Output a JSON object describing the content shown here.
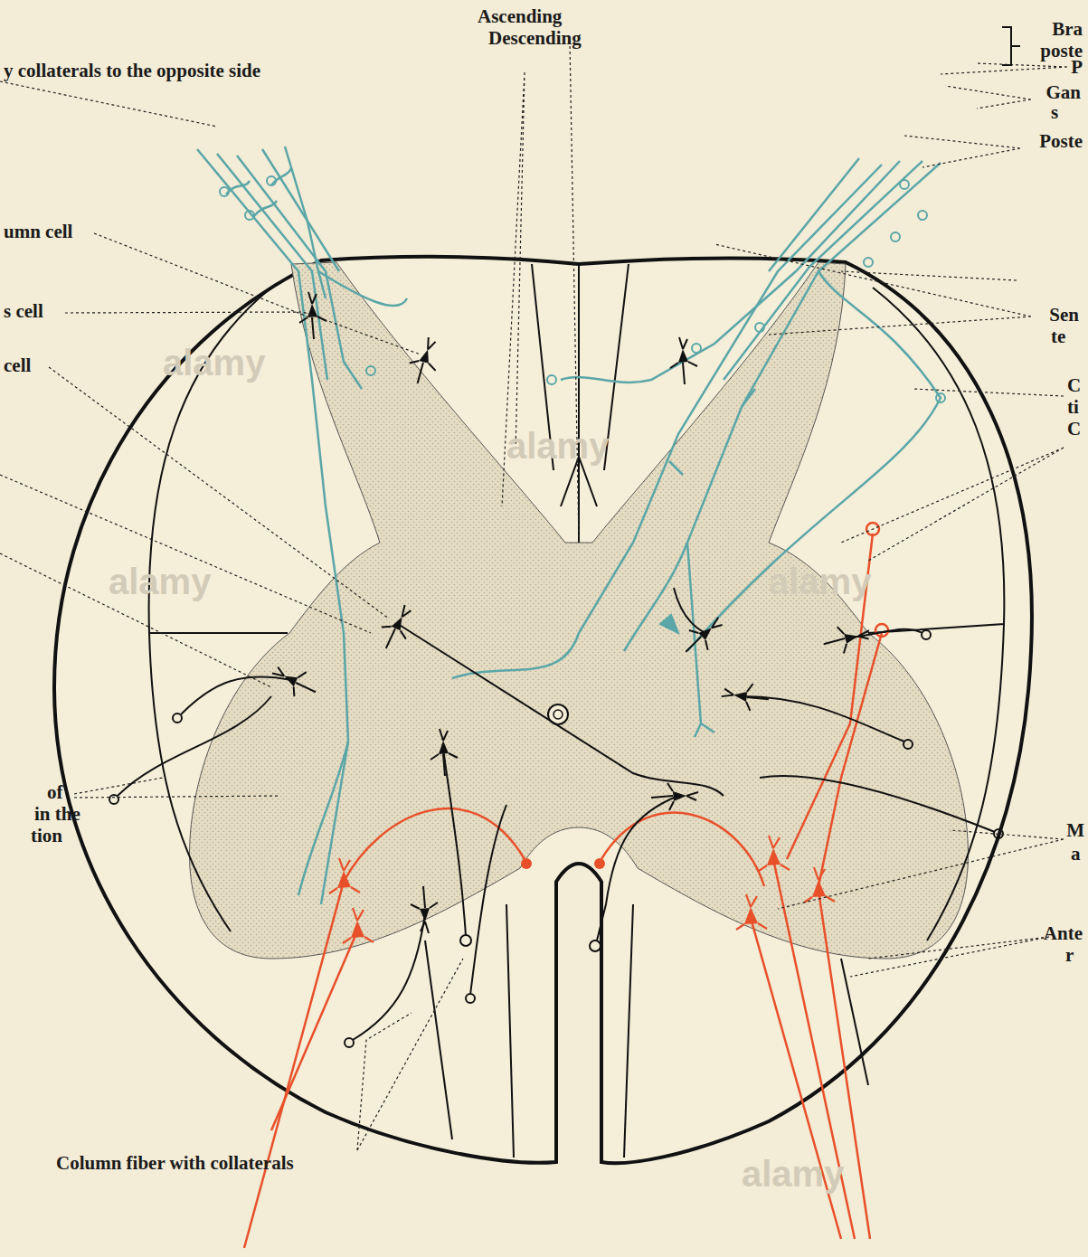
{
  "diagram": {
    "labels": [
      "Ascending",
      "Descending",
      "Bra",
      "poste",
      "y collaterals to the opposite side",
      "P",
      "Gan",
      "s",
      "Poste",
      "umn cell",
      "s cell",
      "cell",
      "Sen",
      "te",
      "C",
      "ti",
      "C",
      "of",
      "in the",
      "tion",
      "M",
      "a",
      "Ante",
      "r",
      "Column fiber with collaterals",
      "alamy",
      "alamy",
      "alamy",
      "alamy",
      "alamy"
    ]
  }
}
